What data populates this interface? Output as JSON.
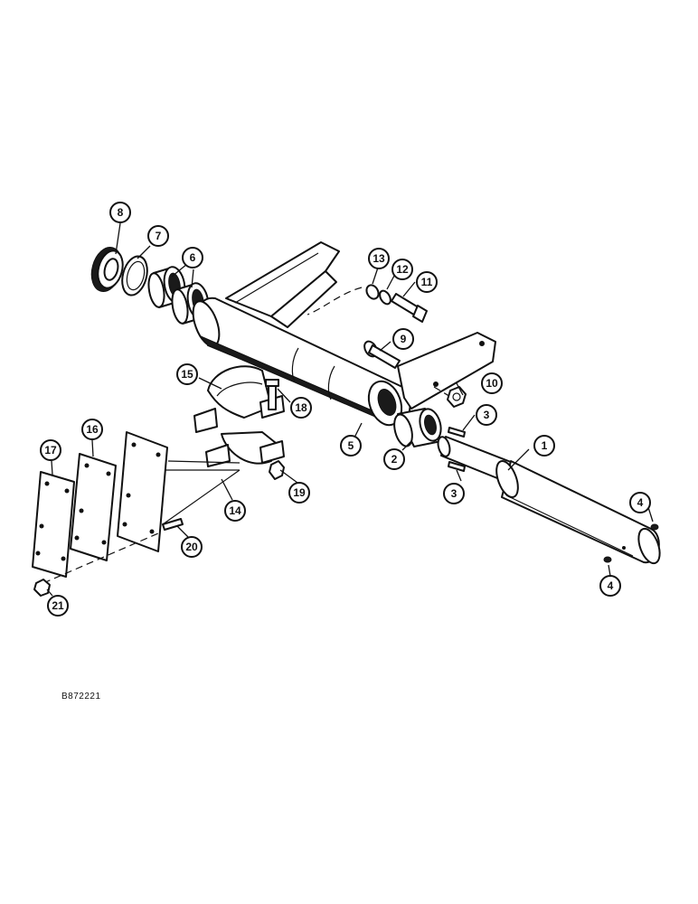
{
  "diagram": {
    "reference_code": "B872221",
    "callouts": [
      {
        "id": "callout-1",
        "label": "1"
      },
      {
        "id": "callout-2",
        "label": "2"
      },
      {
        "id": "callout-3a",
        "label": "3"
      },
      {
        "id": "callout-3b",
        "label": "3"
      },
      {
        "id": "callout-4a",
        "label": "4"
      },
      {
        "id": "callout-4b",
        "label": "4"
      },
      {
        "id": "callout-5",
        "label": "5"
      },
      {
        "id": "callout-6",
        "label": "6"
      },
      {
        "id": "callout-7",
        "label": "7"
      },
      {
        "id": "callout-8",
        "label": "8"
      },
      {
        "id": "callout-9",
        "label": "9"
      },
      {
        "id": "callout-10",
        "label": "10"
      },
      {
        "id": "callout-11",
        "label": "11"
      },
      {
        "id": "callout-12",
        "label": "12"
      },
      {
        "id": "callout-13",
        "label": "13"
      },
      {
        "id": "callout-14",
        "label": "14"
      },
      {
        "id": "callout-15",
        "label": "15"
      },
      {
        "id": "callout-16",
        "label": "16"
      },
      {
        "id": "callout-17",
        "label": "17"
      },
      {
        "id": "callout-18",
        "label": "18"
      },
      {
        "id": "callout-19",
        "label": "19"
      },
      {
        "id": "callout-20",
        "label": "20"
      },
      {
        "id": "callout-21",
        "label": "21"
      }
    ]
  }
}
